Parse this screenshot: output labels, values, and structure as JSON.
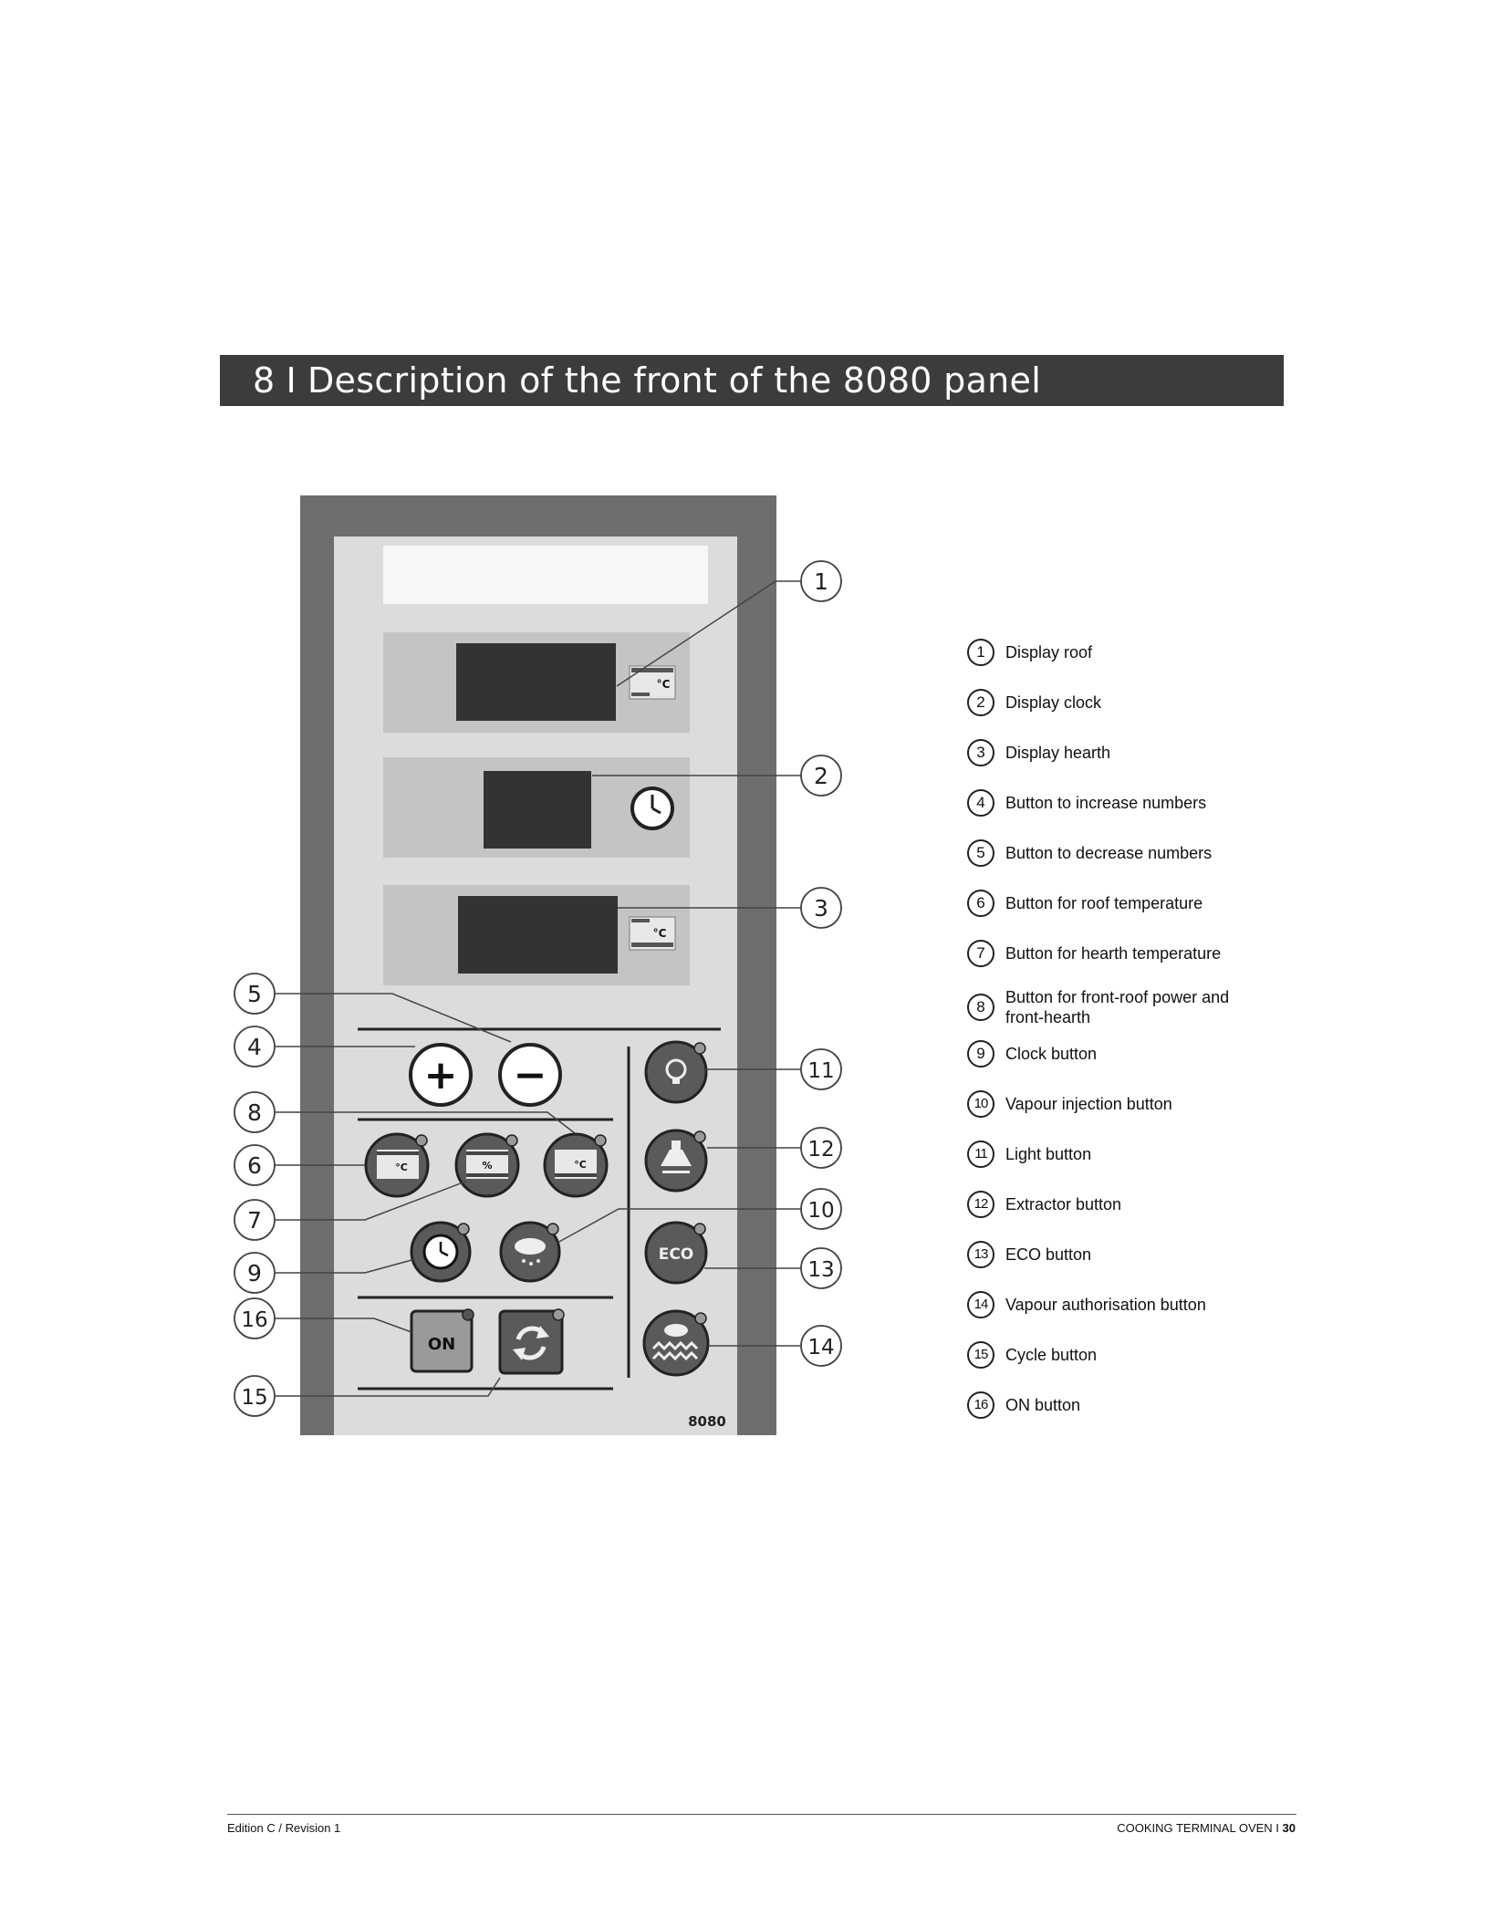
{
  "header": {
    "number": "8",
    "separator": "I",
    "title": "Description of the front of the 8080 panel"
  },
  "panel": {
    "model_mark": "8080",
    "unit_celsius": "°C",
    "unit_percent": "%",
    "on_label": "ON",
    "eco_label": "ECO",
    "plus_symbol": "+",
    "minus_symbol": "−"
  },
  "callouts": [
    "1",
    "2",
    "3",
    "4",
    "5",
    "6",
    "7",
    "8",
    "9",
    "10",
    "11",
    "12",
    "13",
    "14",
    "15",
    "16"
  ],
  "legend": [
    {
      "num": "1",
      "label": "Display roof"
    },
    {
      "num": "2",
      "label": "Display clock"
    },
    {
      "num": "3",
      "label": "Display hearth"
    },
    {
      "num": "4",
      "label": "Button to increase numbers"
    },
    {
      "num": "5",
      "label": "Button to decrease numbers"
    },
    {
      "num": "6",
      "label": "Button for roof temperature"
    },
    {
      "num": "7",
      "label": "Button for hearth temperature"
    },
    {
      "num": "8",
      "label": "Button for front-roof power and front-hearth"
    },
    {
      "num": "9",
      "label": "Clock button"
    },
    {
      "num": "10",
      "label": "Vapour injection button"
    },
    {
      "num": "11",
      "label": "Light button"
    },
    {
      "num": "12",
      "label": "Extractor button"
    },
    {
      "num": "13",
      "label": "ECO button"
    },
    {
      "num": "14",
      "label": "Vapour authorisation button"
    },
    {
      "num": "15",
      "label": "Cycle button"
    },
    {
      "num": "16",
      "label": "ON button"
    }
  ],
  "footer": {
    "left": "Edition C / Revision 1",
    "right_label": "COOKING TERMINAL OVEN I",
    "page": "30"
  }
}
